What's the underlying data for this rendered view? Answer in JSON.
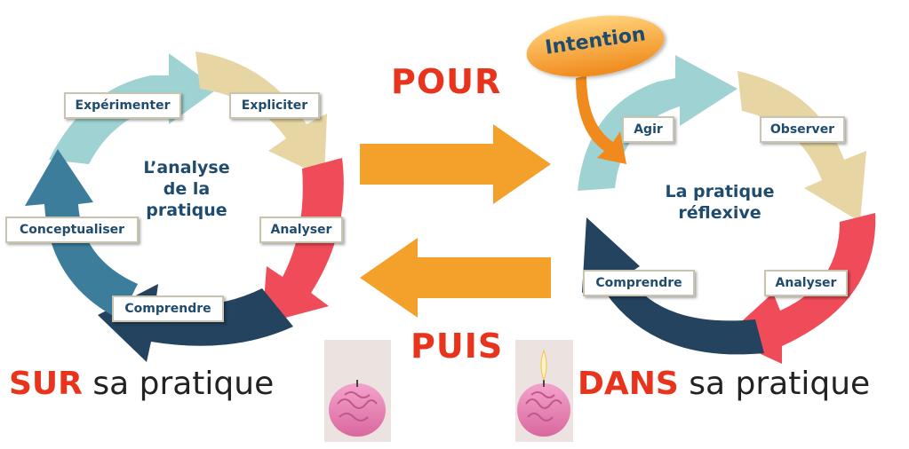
{
  "left_cycle": {
    "center_lines": [
      "L’analyse",
      "de la",
      "pratique"
    ],
    "labels": {
      "experimenter": "Expérimenter",
      "expliciter": "Expliciter",
      "analyser": "Analyser",
      "comprendre": "Comprendre",
      "conceptualiser": "Conceptualiser"
    }
  },
  "right_cycle": {
    "center_lines": [
      "La pratique",
      "réflexive"
    ],
    "labels": {
      "agir": "Agir",
      "observer": "Observer",
      "analyser": "Analyser",
      "comprendre": "Comprendre"
    },
    "intention": "Intention"
  },
  "middle": {
    "top_word": "POUR",
    "bottom_word": "PUIS"
  },
  "captions": {
    "left_emphasis": "SUR",
    "left_rest": " sa pratique",
    "right_emphasis": "DANS",
    "right_rest": " sa pratique"
  },
  "colors": {
    "teal": "#9fd3d3",
    "sand": "#e7d6a3",
    "red": "#ef4b58",
    "navy": "#23435f",
    "steel": "#3b7d9b",
    "orange": "#f4a12c",
    "accent_red": "#e8341c",
    "label_text": "#1f4b6e"
  }
}
